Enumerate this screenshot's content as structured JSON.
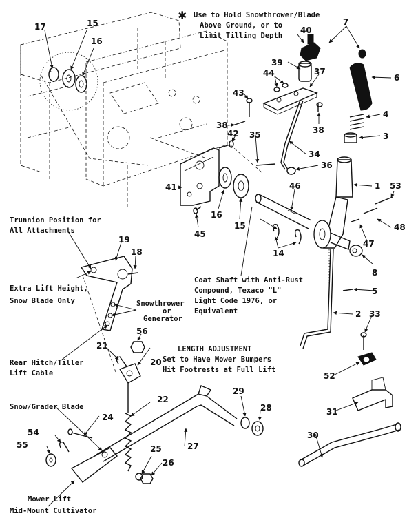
{
  "notes": {
    "asterisk_note": [
      "Use to Hold Snowthrower/Blade",
      "Above Ground, or to",
      "Limit Tilling Depth"
    ],
    "trunnion": [
      "Trunnion Position for",
      "All Attachments"
    ],
    "extra_lift": [
      "Extra Lift Height,",
      "Snow Blade Only"
    ],
    "snowthrower": [
      "Snowthrower",
      "or",
      "Generator"
    ],
    "coat_shaft": [
      "Coat Shaft with Anti-Rust",
      "Compound, Texaco \"L\"",
      "Light Code 1976, or",
      "Equivalent"
    ],
    "rear_hitch": [
      "Rear Hitch/Tiller",
      "Lift Cable"
    ],
    "length_adjustment": [
      "LENGTH ADJUSTMENT",
      "Set to Have Mower Bumpers",
      "Hit Footrests at Full Lift"
    ],
    "snow_grader": "Snow/Grader Blade",
    "mower_lift": [
      "Mower Lift",
      "Mid-Mount Cultivator"
    ]
  },
  "asterisk": "✱",
  "callouts": {
    "c1": "1",
    "c2": "2",
    "c3": "3",
    "c4": "4",
    "c5": "5",
    "c6": "6",
    "c7": "7",
    "c8": "8",
    "c14": "14",
    "c15": "15",
    "c15b": "15",
    "c16": "16",
    "c16b": "16",
    "c17": "17",
    "c18": "18",
    "c19": "19",
    "c20": "20",
    "c21": "21",
    "c22": "22",
    "c24": "24",
    "c25": "25",
    "c26": "26",
    "c27": "27",
    "c28": "28",
    "c29": "29",
    "c30": "30",
    "c31": "31",
    "c33": "33",
    "c34": "34",
    "c35": "35",
    "c36": "36",
    "c37": "37",
    "c38": "38",
    "c38b": "38",
    "c39": "39",
    "c40": "40",
    "c41": "41",
    "c42": "42",
    "c43": "43",
    "c44": "44",
    "c45": "45",
    "c46": "46",
    "c47": "47",
    "c48": "48",
    "c52": "52",
    "c53": "53",
    "c54": "54",
    "c55": "55",
    "c56": "56"
  }
}
